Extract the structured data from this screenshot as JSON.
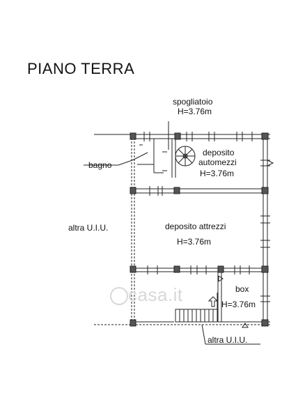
{
  "title": "PIANO TERRA",
  "rooms": {
    "spogliatoio": {
      "name": "spogliatoio",
      "height": "H=3.76m"
    },
    "deposito_automezzi": {
      "name_line1": "deposito",
      "name_line2": "automezzi",
      "height": "H=3.76m"
    },
    "bagno": {
      "name": "bagno"
    },
    "deposito_attrezzi": {
      "name": "deposito attrezzi",
      "height": "H=3.76m"
    },
    "box": {
      "name": "box",
      "height": "H=3.76m"
    }
  },
  "neighbors": {
    "left": "altra U.I.U.",
    "bottom": "altra U.I.U."
  },
  "watermark": "casa.it"
}
